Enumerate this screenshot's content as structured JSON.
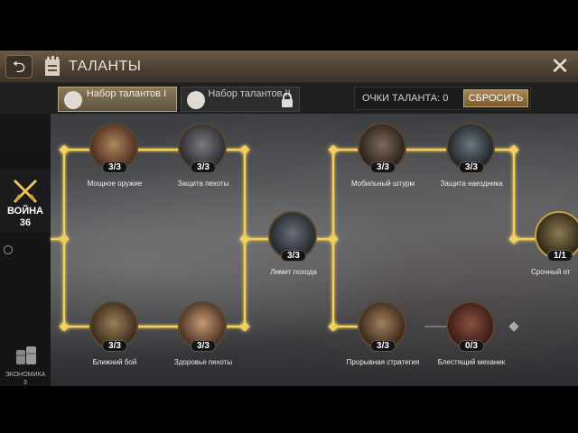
{
  "header": {
    "title": "ТАЛАНТЫ",
    "back_icon": "back-arrow-icon",
    "close_icon": "close-icon"
  },
  "tabs": [
    {
      "label": "Набор талантов I",
      "selected": true,
      "locked": false
    },
    {
      "label": "Набор талантов II",
      "selected": false,
      "locked": true
    }
  ],
  "talent_points": {
    "label": "ОЧКИ ТАЛАНТА: 0",
    "reset_label": "СБРОСИТЬ"
  },
  "sidebar": {
    "war": {
      "label": "ВОЙНА",
      "level": "36",
      "active": true
    },
    "economy": {
      "label": "ЭКОНОМИКА",
      "level": "3",
      "active": false
    }
  },
  "talents": [
    {
      "name": "Мощное оружие",
      "count": "3/3"
    },
    {
      "name": "Защита пехоты",
      "count": "3/3"
    },
    {
      "name": "Ближний бой",
      "count": "3/3"
    },
    {
      "name": "Здоровье пехоты",
      "count": "3/3"
    },
    {
      "name": "Лимит похода",
      "count": "3/3"
    },
    {
      "name": "Мобильный штурм",
      "count": "3/3"
    },
    {
      "name": "Защита наездника",
      "count": "3/3"
    },
    {
      "name": "Прорывная стратегия",
      "count": "3/3"
    },
    {
      "name": "Блестящий механик",
      "count": "0/3"
    },
    {
      "name": "Срочный от",
      "count": "1/1"
    }
  ],
  "colors": {
    "line_active": "#f3cf55",
    "header_bg": "#5a4c3a",
    "reset_bg": "#8f6f42"
  }
}
